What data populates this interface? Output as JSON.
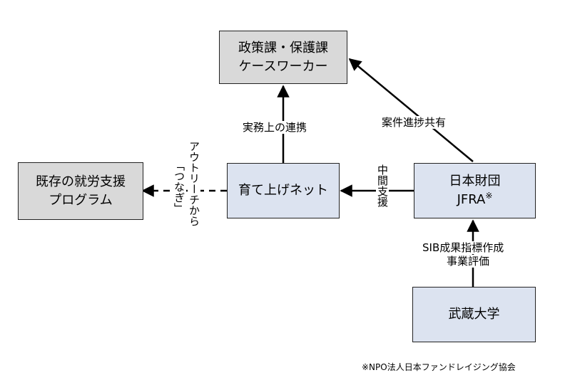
{
  "boxes": {
    "policy": {
      "line1": "政策課・保護課",
      "line2": "ケースワーカー"
    },
    "existing": {
      "text": "既存の就労支援プログラム"
    },
    "sodate": {
      "text": "育て上げネット"
    },
    "nippon": {
      "line1": "日本財団",
      "line2": "JFRA",
      "mark": "※"
    },
    "musashi": {
      "text": "武蔵大学"
    }
  },
  "labels": {
    "jitsumu": "実務上の連携",
    "anken": "案件進捗共有",
    "chukan": "中間支援",
    "outreach_line1": "アウトリーチから",
    "outreach_line2": "「つなぎ」",
    "sib_line1": "SIB成果指標作成",
    "sib_line2": "事業評価"
  },
  "footnote": "※NPO法人日本ファンドレイジング協会",
  "colors": {
    "gray_box": "#d9d9d9",
    "blue_box": "#dce3f0",
    "line": "#000000"
  }
}
